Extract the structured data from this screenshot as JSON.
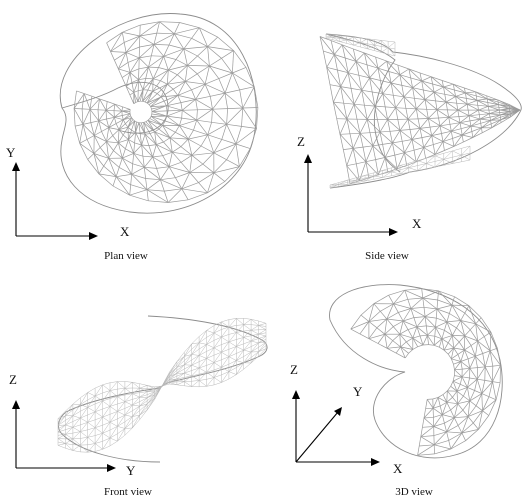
{
  "panels": [
    {
      "id": "plan",
      "caption": "Plan view",
      "axis_x": "X",
      "axis_y": "Y"
    },
    {
      "id": "side",
      "caption": "Side view",
      "axis_x": "X",
      "axis_y": "Z"
    },
    {
      "id": "front",
      "caption": "Front view",
      "axis_x": "Y",
      "axis_y": "Z"
    },
    {
      "id": "view3d",
      "caption": "3D view",
      "axis_x": "X",
      "axis_y": "Y",
      "axis_z": "Z"
    }
  ],
  "colors": {
    "mesh": "#9a9a9a",
    "axis": "#000000",
    "background": "#ffffff"
  }
}
